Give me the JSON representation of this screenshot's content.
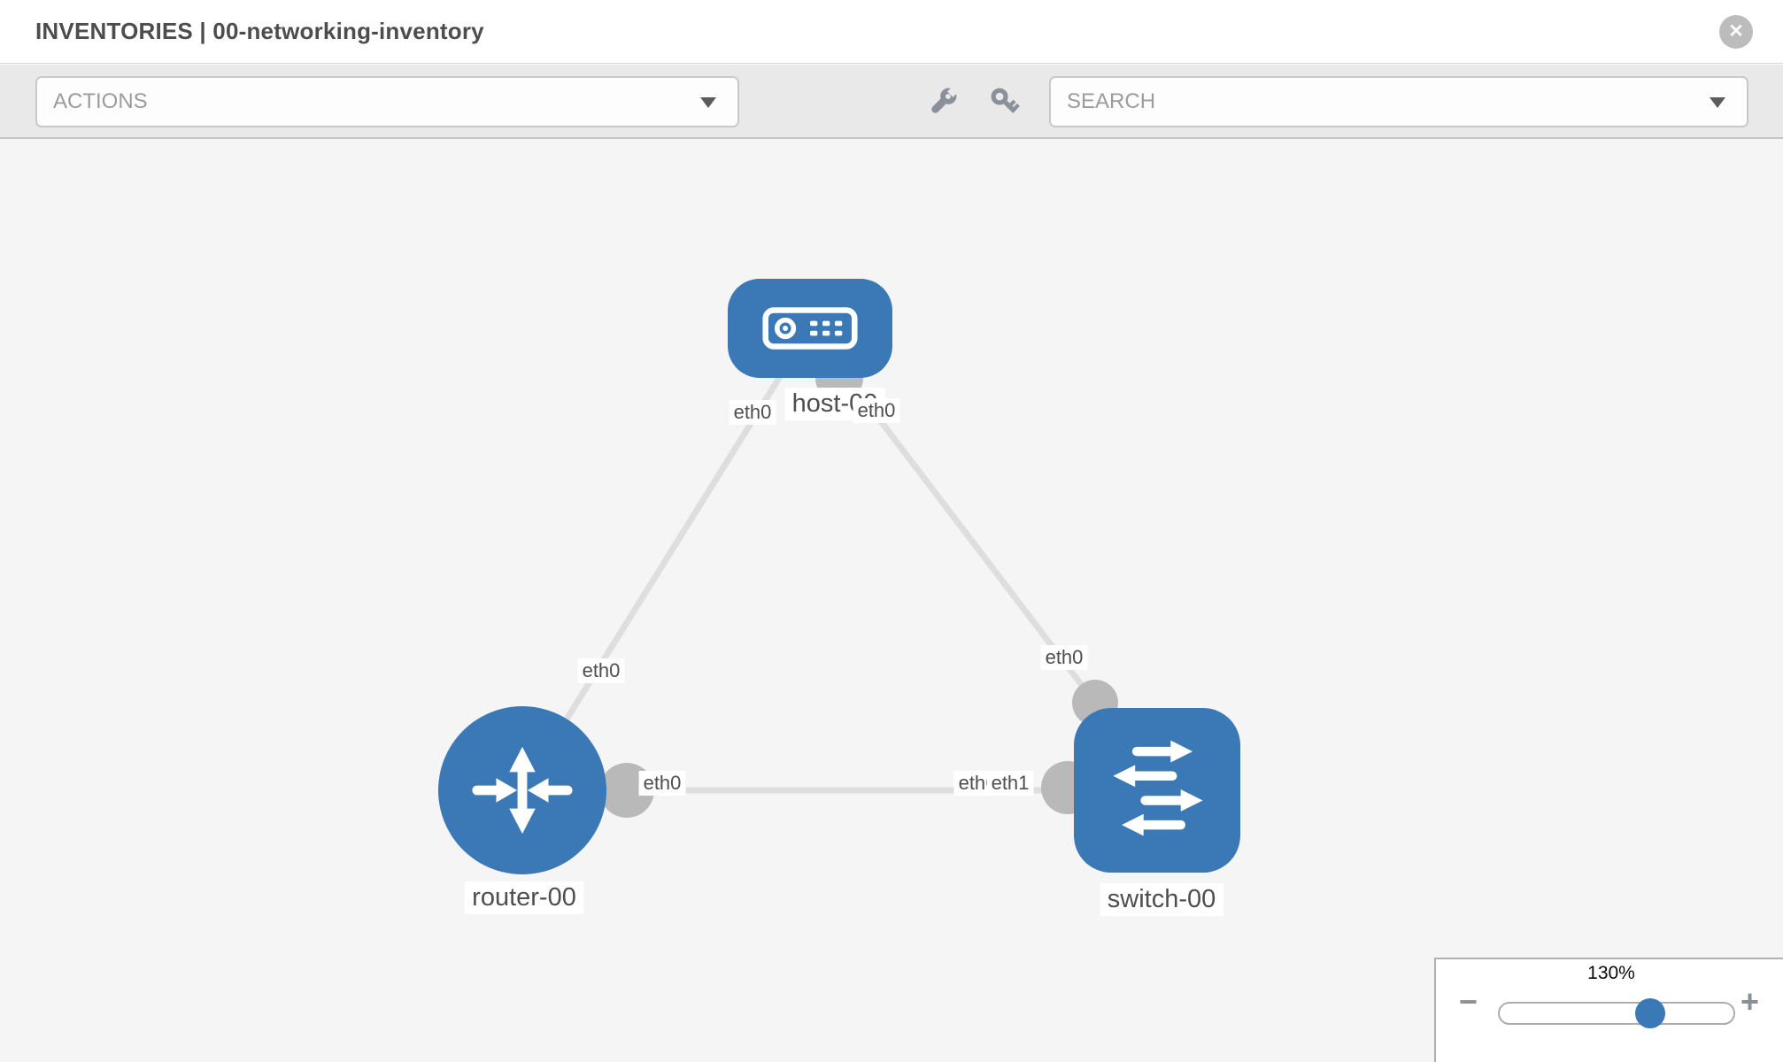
{
  "header": {
    "title": "INVENTORIES | 00-networking-inventory",
    "close_glyph": "✕"
  },
  "toolbar": {
    "actions": {
      "label": "ACTIONS"
    },
    "search": {
      "placeholder": "SEARCH"
    },
    "tools": [
      {
        "icon": "wrench-icon"
      },
      {
        "icon": "key-icon"
      }
    ]
  },
  "topology": {
    "nodes": [
      {
        "id": "host-00",
        "label": "host-00",
        "type": "host",
        "icon": "server-icon",
        "shape": "rounded-rect"
      },
      {
        "id": "router-00",
        "label": "router-00",
        "type": "router",
        "icon": "router-arrows-icon",
        "shape": "circle"
      },
      {
        "id": "switch-00",
        "label": "switch-00",
        "type": "switch",
        "icon": "switch-arrows-icon",
        "shape": "rounded-square"
      }
    ],
    "links": [
      {
        "source": "host-00",
        "target": "router-00",
        "source_interface": "eth0",
        "target_interface": "eth0"
      },
      {
        "source": "host-00",
        "target": "switch-00",
        "source_interface": "eth0",
        "target_interface": "eth0"
      },
      {
        "source": "router-00",
        "target": "switch-00",
        "source_interface": "eth0",
        "target_interface": "eth1",
        "occluded_label": "eth0"
      }
    ]
  },
  "zoom_control": {
    "level": "130%",
    "minus_label": "−",
    "plus_label": "+"
  },
  "colors": {
    "node_blue": "#3a79b6",
    "port_gray": "#b9b9b9",
    "edge_gray": "#dedede",
    "canvas_bg": "#f5f5f5",
    "toolbar_bg": "#e9e9e9"
  }
}
